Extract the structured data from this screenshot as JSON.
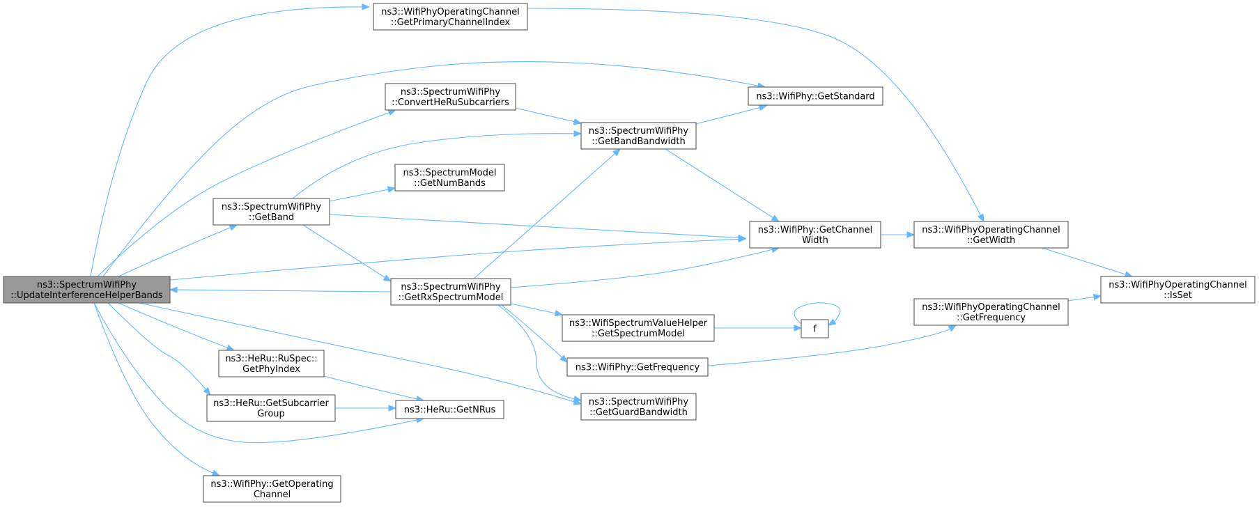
{
  "colors": {
    "edge": "#63b8ff",
    "node_border": "#666666",
    "root_fill": "#999999",
    "node_fill": "#ffffff"
  },
  "nodes": [
    {
      "id": "root",
      "lines": [
        "ns3::SpectrumWifiPhy",
        "::UpdateInterferenceHelperBands"
      ],
      "highlighted": true
    },
    {
      "id": "primIdx",
      "lines": [
        "ns3::WifiPhyOperatingChannel",
        "::GetPrimaryChannelIndex"
      ]
    },
    {
      "id": "convHeRu",
      "lines": [
        "ns3::SpectrumWifiPhy",
        "::ConvertHeRuSubcarriers"
      ]
    },
    {
      "id": "getStandard",
      "lines": [
        "ns3::WifiPhy::GetStandard"
      ]
    },
    {
      "id": "bandBw",
      "lines": [
        "ns3::SpectrumWifiPhy",
        "::GetBandBandwidth"
      ]
    },
    {
      "id": "numBands",
      "lines": [
        "ns3::SpectrumModel",
        "::GetNumBands"
      ]
    },
    {
      "id": "getBand",
      "lines": [
        "ns3::SpectrumWifiPhy",
        "::GetBand"
      ]
    },
    {
      "id": "chWidth",
      "lines": [
        "ns3::WifiPhy::GetChannel",
        "Width"
      ]
    },
    {
      "id": "opWidth",
      "lines": [
        "ns3::WifiPhyOperatingChannel",
        "::GetWidth"
      ]
    },
    {
      "id": "isSet",
      "lines": [
        "ns3::WifiPhyOperatingChannel",
        "::IsSet"
      ]
    },
    {
      "id": "rxModel",
      "lines": [
        "ns3::SpectrumWifiPhy",
        "::GetRxSpectrumModel"
      ]
    },
    {
      "id": "wsvh",
      "lines": [
        "ns3::WifiSpectrumValueHelper",
        "::GetSpectrumModel"
      ]
    },
    {
      "id": "f",
      "lines": [
        "f"
      ]
    },
    {
      "id": "opFreq",
      "lines": [
        "ns3::WifiPhyOperatingChannel",
        "::GetFrequency"
      ]
    },
    {
      "id": "phyIdx",
      "lines": [
        "ns3::HeRu::RuSpec::",
        "GetPhyIndex"
      ]
    },
    {
      "id": "getFreq",
      "lines": [
        "ns3::WifiPhy::GetFrequency"
      ]
    },
    {
      "id": "subGroup",
      "lines": [
        "ns3::HeRu::GetSubcarrier",
        "Group"
      ]
    },
    {
      "id": "nRus",
      "lines": [
        "ns3::HeRu::GetNRus"
      ]
    },
    {
      "id": "guardBw",
      "lines": [
        "ns3::SpectrumWifiPhy",
        "::GetGuardBandwidth"
      ]
    },
    {
      "id": "opChannel",
      "lines": [
        "ns3::WifiPhy::GetOperating",
        "Channel"
      ]
    }
  ],
  "edges": [
    {
      "from": "root",
      "to": "primIdx"
    },
    {
      "from": "root",
      "to": "getStandard"
    },
    {
      "from": "root",
      "to": "convHeRu"
    },
    {
      "from": "root",
      "to": "getBand"
    },
    {
      "from": "root",
      "to": "chWidth"
    },
    {
      "from": "root",
      "to": "phyIdx"
    },
    {
      "from": "root",
      "to": "subGroup"
    },
    {
      "from": "root",
      "to": "nRus"
    },
    {
      "from": "root",
      "to": "guardBw"
    },
    {
      "from": "root",
      "to": "opChannel"
    },
    {
      "from": "rxModel",
      "to": "root"
    },
    {
      "from": "primIdx",
      "to": "opWidth"
    },
    {
      "from": "convHeRu",
      "to": "bandBw"
    },
    {
      "from": "bandBw",
      "to": "getStandard"
    },
    {
      "from": "bandBw",
      "to": "chWidth"
    },
    {
      "from": "getBand",
      "to": "bandBw"
    },
    {
      "from": "getBand",
      "to": "numBands"
    },
    {
      "from": "getBand",
      "to": "chWidth"
    },
    {
      "from": "getBand",
      "to": "rxModel"
    },
    {
      "from": "rxModel",
      "to": "bandBw"
    },
    {
      "from": "rxModel",
      "to": "chWidth"
    },
    {
      "from": "rxModel",
      "to": "wsvh"
    },
    {
      "from": "rxModel",
      "to": "getFreq"
    },
    {
      "from": "rxModel",
      "to": "guardBw"
    },
    {
      "from": "chWidth",
      "to": "opWidth"
    },
    {
      "from": "opWidth",
      "to": "isSet"
    },
    {
      "from": "opFreq",
      "to": "isSet"
    },
    {
      "from": "wsvh",
      "to": "f"
    },
    {
      "from": "f",
      "to": "f"
    },
    {
      "from": "getFreq",
      "to": "opFreq"
    },
    {
      "from": "phyIdx",
      "to": "nRus"
    },
    {
      "from": "subGroup",
      "to": "nRus"
    }
  ]
}
